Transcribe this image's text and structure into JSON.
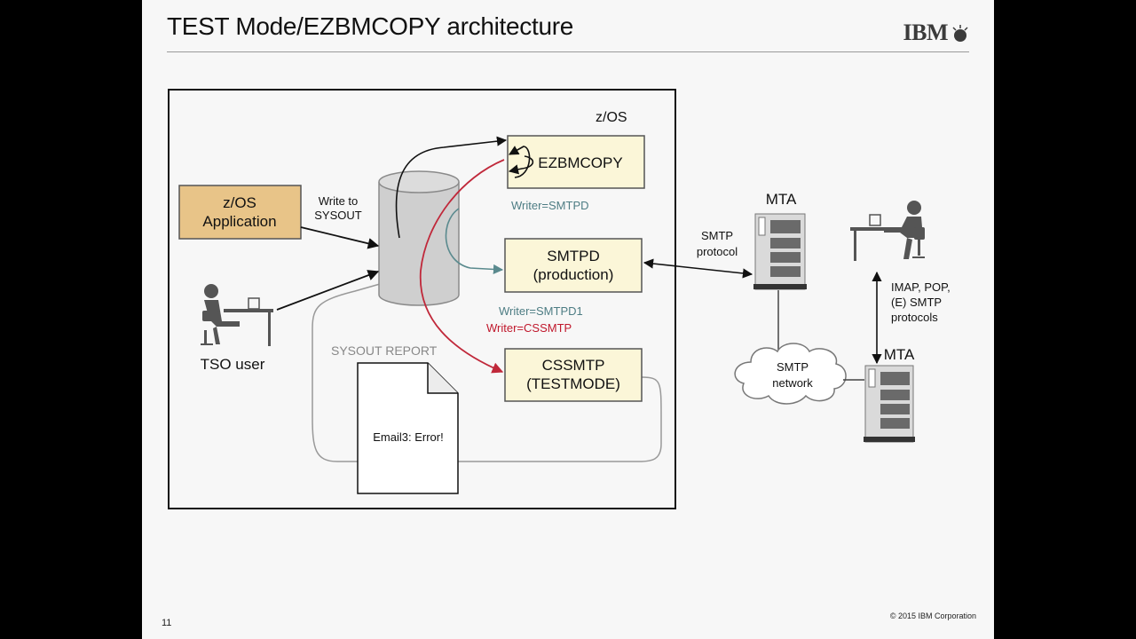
{
  "slide": {
    "title": "TEST Mode/EZBMCOPY architecture",
    "logo": "IBM",
    "page_number": "11",
    "copyright": "© 2015 IBM Corporation"
  },
  "diagram": {
    "zos_label": "z/OS",
    "ezbmcopy": "EZBMCOPY",
    "smtpd_line1": "SMTPD",
    "smtpd_line2": "(production)",
    "cssmtp_line1": "CSSMTP",
    "cssmtp_line2": "(TESTMODE)",
    "app_line1": "z/OS",
    "app_line2": "Application",
    "write_line1": "Write to",
    "write_line2": "SYSOUT",
    "tso_user": "TSO user",
    "writer_smtpd": "Writer=SMTPD",
    "writer_smtpd1": "Writer=SMTPD1",
    "writer_cssmtp": "Writer=CSSMTP",
    "sysout_report": "SYSOUT REPORT",
    "email_error": "Email3: Error!",
    "mta_top": "MTA",
    "mta_bottom": "MTA",
    "smtp_protocol_line1": "SMTP",
    "smtp_protocol_line2": "protocol",
    "smtp_network_line1": "SMTP",
    "smtp_network_line2": "network",
    "protocols_line1": "IMAP, POP,",
    "protocols_line2": "(E) SMTP",
    "protocols_line3": "protocols"
  },
  "colors": {
    "box_fill_light": "#fbf6d8",
    "box_fill_app": "#e8c488",
    "teal_text": "#4e7d84",
    "red_text": "#c0182c",
    "red_line": "#c0283a",
    "teal_line": "#5a8a8e"
  },
  "icons": [
    "database-cylinder-icon",
    "person-at-desk-icon",
    "server-icon",
    "cloud-icon",
    "document-icon",
    "ibm-logo"
  ]
}
